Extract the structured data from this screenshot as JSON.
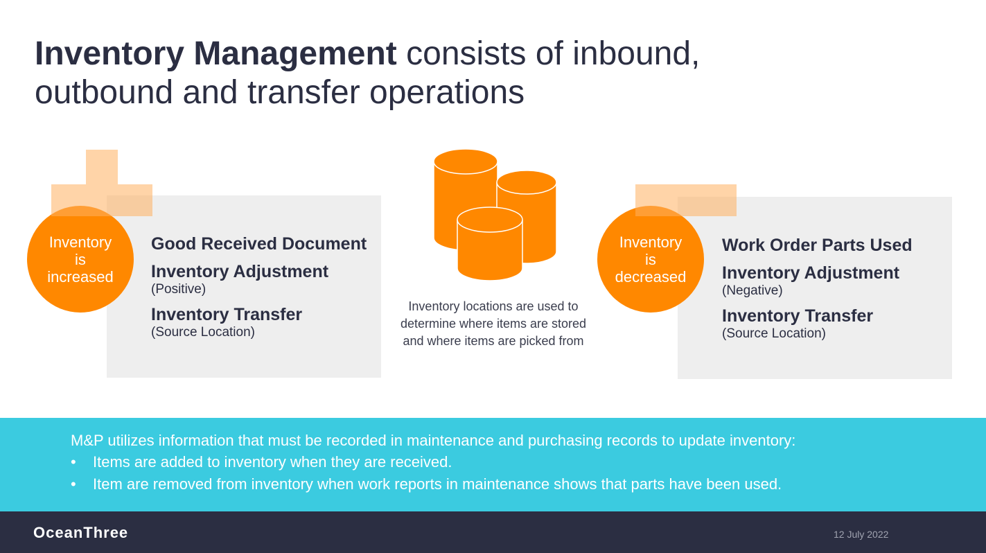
{
  "title": {
    "bold": "Inventory Management",
    "rest": " consists of inbound,",
    "line2": "outbound and transfer operations"
  },
  "left": {
    "circle": [
      "Inventory",
      "is",
      "increased"
    ],
    "items": [
      {
        "label": "Good Received Document",
        "sub": ""
      },
      {
        "label": "Inventory Adjustment",
        "sub": "(Positive)"
      },
      {
        "label": "Inventory Transfer",
        "sub": "(Source Location)"
      }
    ]
  },
  "center": {
    "icon": "database-cylinders-icon",
    "text": "Inventory locations are used to determine where items are stored and where items are picked from"
  },
  "right": {
    "circle": [
      "Inventory",
      "is",
      "decreased"
    ],
    "items": [
      {
        "label": "Work Order Parts Used",
        "sub": ""
      },
      {
        "label": "Inventory Adjustment",
        "sub": "(Negative)"
      },
      {
        "label": "Inventory Transfer",
        "sub": "(Source Location)"
      }
    ]
  },
  "band": {
    "intro": "M&P utilizes information that must be recorded in maintenance and purchasing records to update inventory:",
    "bullets": [
      "Items are added to inventory when they are received.",
      "Item are removed from inventory when work reports in maintenance shows that parts have been used."
    ]
  },
  "footer": {
    "logo": "OceanThree",
    "date": "12 July 2022"
  },
  "colors": {
    "orange": "#ff8800",
    "teal": "#3bcbe0",
    "navy": "#2b2e42"
  }
}
